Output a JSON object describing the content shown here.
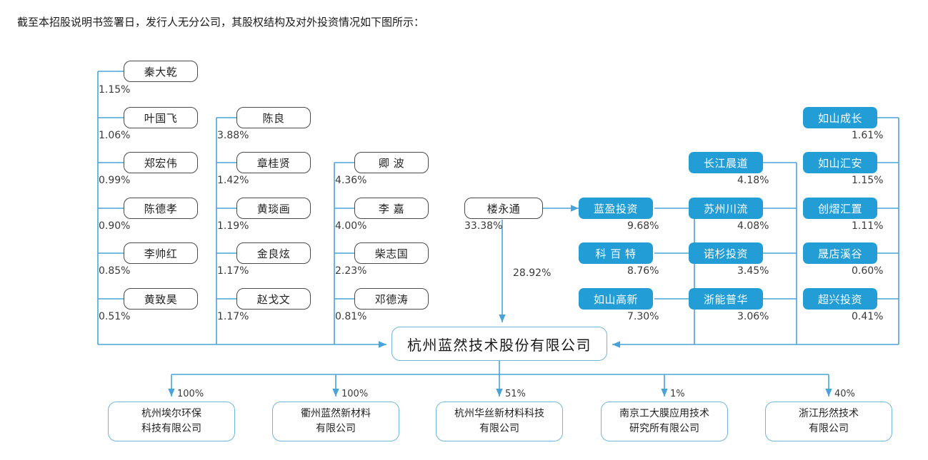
{
  "caption": "截至本招股说明书签署日，发行人无分公司，其股权结构及对外投资情况如下图所示：",
  "colors": {
    "blue_fill": "#229DD6",
    "wire": "#4AA3D8",
    "person_border": "#4a4a4a",
    "company_border": "#6FB7DC"
  },
  "chart_data": {
    "type": "diagram",
    "title": "杭州蓝然技术股份有限公司 股权结构及对外投资情况",
    "center": {
      "name": "杭州蓝然技术股份有限公司"
    },
    "columns": [
      {
        "id": "col1",
        "style": "person",
        "shareholders": [
          {
            "name": "秦大乾",
            "pct": "1.15%"
          },
          {
            "name": "叶国飞",
            "pct": "1.06%"
          },
          {
            "name": "郑宏伟",
            "pct": "0.99%"
          },
          {
            "name": "陈德孝",
            "pct": "0.90%"
          },
          {
            "name": "李帅红",
            "pct": "0.85%"
          },
          {
            "name": "黄致昊",
            "pct": "0.51%"
          }
        ]
      },
      {
        "id": "col2",
        "style": "person",
        "shareholders": [
          {
            "name": "陈良",
            "pct": "3.88%"
          },
          {
            "name": "章桂贤",
            "pct": "1.42%"
          },
          {
            "name": "黄琰画",
            "pct": "1.19%"
          },
          {
            "name": "金良炫",
            "pct": "1.17%"
          },
          {
            "name": "赵戈文",
            "pct": "1.17%"
          }
        ]
      },
      {
        "id": "col3",
        "style": "person",
        "shareholders": [
          {
            "name": "卿 波",
            "pct": "4.36%"
          },
          {
            "name": "李 嘉",
            "pct": "4.00%"
          },
          {
            "name": "柴志国",
            "pct": "2.23%"
          },
          {
            "name": "邓德涛",
            "pct": "0.81%"
          }
        ]
      },
      {
        "id": "col4",
        "style": "blue",
        "shareholders": [
          {
            "name": "蓝盈投资",
            "pct": "9.68%"
          },
          {
            "name": "科 百 特",
            "pct": "8.76%"
          },
          {
            "name": "如山高新",
            "pct": "7.30%"
          }
        ]
      },
      {
        "id": "col5",
        "style": "blue",
        "shareholders": [
          {
            "name": "长江晨道",
            "pct": "4.18%"
          },
          {
            "name": "苏州川流",
            "pct": "4.08%"
          },
          {
            "name": "诺杉投资",
            "pct": "3.45%"
          },
          {
            "name": "浙能普华",
            "pct": "3.06%"
          }
        ]
      },
      {
        "id": "col6",
        "style": "blue",
        "shareholders": [
          {
            "name": "如山成长",
            "pct": "1.61%"
          },
          {
            "name": "如山汇安",
            "pct": "1.15%"
          },
          {
            "name": "创熠汇置",
            "pct": "1.11%"
          },
          {
            "name": "晟店溪谷",
            "pct": "0.60%"
          },
          {
            "name": "超兴投资",
            "pct": "0.41%"
          }
        ]
      }
    ],
    "controller": {
      "name": "楼永通",
      "pct_to_company": "28.92%",
      "pct_to_lanying": "33.38%",
      "holds": "蓝盈投资"
    },
    "subsidiaries": [
      {
        "name_line1": "杭州埃尔环保",
        "name_line2": "科技有限公司",
        "pct": "100%"
      },
      {
        "name_line1": "衢州蓝然新材料",
        "name_line2": "有限公司",
        "pct": "100%"
      },
      {
        "name_line1": "杭州华丝新材料科技",
        "name_line2": "有限公司",
        "pct": "51%"
      },
      {
        "name_line1": "南京工大膜应用技术",
        "name_line2": "研究所有限公司",
        "pct": "1%"
      },
      {
        "name_line1": "浙江彤然技术",
        "name_line2": "有限公司",
        "pct": "40%"
      }
    ]
  }
}
